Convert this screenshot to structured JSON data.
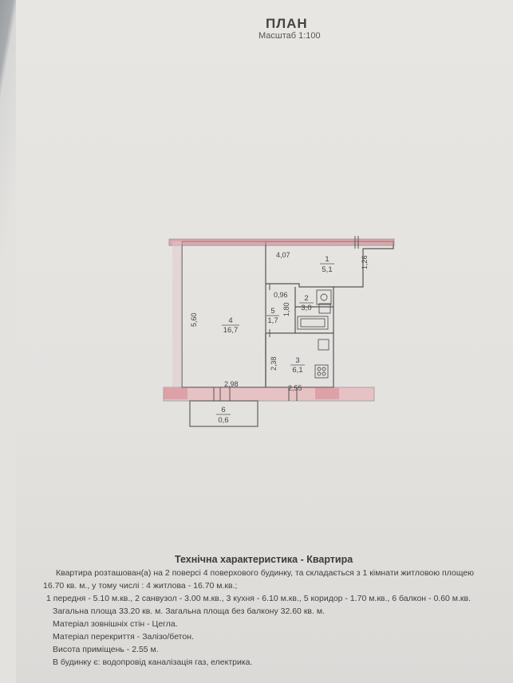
{
  "header": {
    "title": "ПЛАН",
    "scale": "Масштаб 1:100"
  },
  "plan": {
    "dims": {
      "top_right_width": "4,07",
      "right_height": "1,26",
      "left_height": "5,60",
      "corridor_width": "0,96",
      "corridor_height": "1,80",
      "kitchen_height": "2,38",
      "room_bottom_width": "2,98",
      "kitchen_bottom_width": "2,55"
    },
    "rooms": [
      {
        "num": "1",
        "area": "5,1"
      },
      {
        "num": "2",
        "area": "3,0"
      },
      {
        "num": "3",
        "area": "6,1"
      },
      {
        "num": "4",
        "area": "16,7"
      },
      {
        "num": "5",
        "area": "1,7"
      },
      {
        "num": "6",
        "area": "0,6"
      }
    ]
  },
  "description": {
    "title": "Технічна характеристика - Квартира",
    "lines": [
      "Квартира розташован(а) на 2 поверсі 4 поверхового будинку, та складається з 1 кімнати житловою площею",
      "16.70 кв. м., у тому числі : 4 житлова - 16.70 м.кв.;",
      "1 передня - 5.10 м.кв., 2 санвузол - 3.00 м.кв., 3 кухня - 6.10 м.кв., 5 коридор - 1.70 м.кв., 6 балкон - 0.60 м.кв.",
      "Загальна площа 33.20 кв. м.  Загальна площа без балкону 32.60 кв. м.",
      "Матеріал зовнішніх стін - Цегла.",
      "Матеріал перекриття - Залізо/бетон.",
      "Висота приміщень - 2.55 м.",
      "В будинку є: водопровід каналізація газ, електрика."
    ]
  },
  "colors": {
    "wall_tint": "#d98a94",
    "ink": "#3a3a3d"
  }
}
